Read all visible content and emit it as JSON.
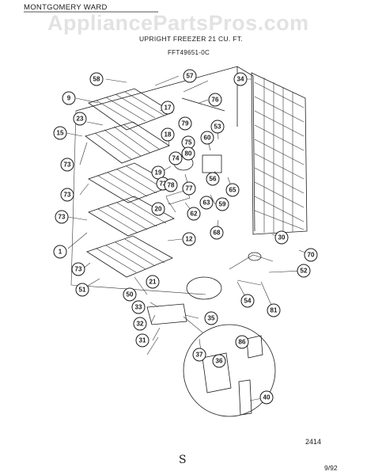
{
  "header": {
    "brand": "MONTGOMERY WARD",
    "model_desc": "UPRIGHT FREEZER 21 CU. FT.",
    "part_no": "FFT49651-0C",
    "watermark": "AppliancePartsPros.com"
  },
  "footer": {
    "diagram_code": "2414",
    "date": "9/92",
    "mark": "S"
  },
  "callouts": {
    "c1": "1",
    "c9": "9",
    "c12": "12",
    "c15": "15",
    "c17": "17",
    "c18": "18",
    "c19": "19",
    "c20": "20",
    "c21": "21",
    "c23": "23",
    "c30": "30",
    "c31": "31",
    "c32": "32",
    "c33": "33",
    "c34": "34",
    "c35": "35",
    "c36": "36",
    "c37": "37",
    "c40": "40",
    "c50": "50",
    "c51": "51",
    "c52": "52",
    "c53": "53",
    "c54": "54",
    "c56": "56",
    "c57": "57",
    "c58": "58",
    "c59": "59",
    "c60": "60",
    "c62": "62",
    "c63": "63",
    "c65": "65",
    "c68": "68",
    "c70": "70",
    "c73a": "73",
    "c73b": "73",
    "c73c": "73",
    "c73d": "73",
    "c73e": "73",
    "c74": "74",
    "c75": "75",
    "c76": "76",
    "c77": "77",
    "c78": "78",
    "c79": "79",
    "c80": "80",
    "c81": "81",
    "c86": "86"
  }
}
